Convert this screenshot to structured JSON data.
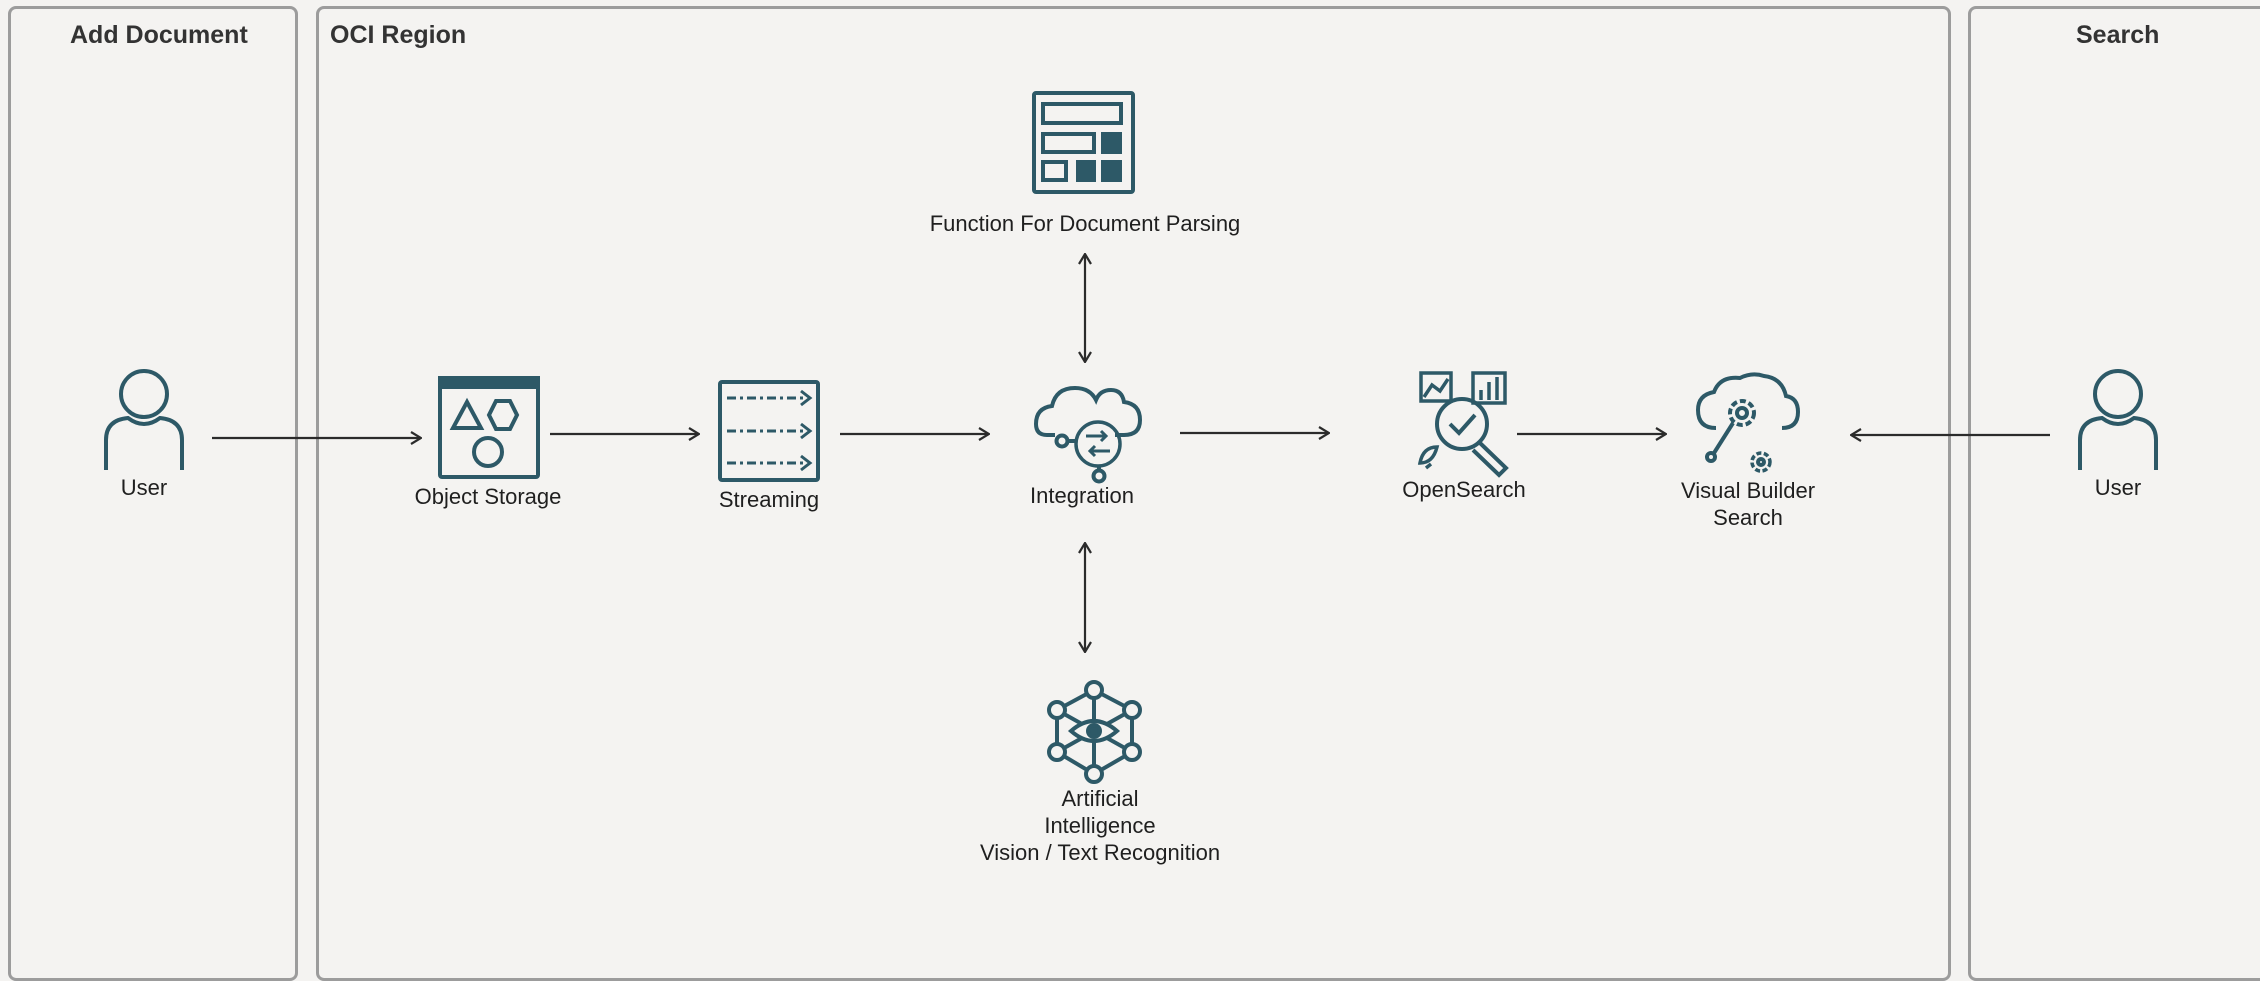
{
  "panels": {
    "add_document": {
      "title": "Add Document"
    },
    "oci_region": {
      "title": "OCI Region"
    },
    "search": {
      "title": "Search"
    }
  },
  "nodes": {
    "user_left": {
      "label": "User",
      "icon": "user-icon"
    },
    "object_storage": {
      "label": "Object Storage",
      "icon": "object-storage-icon"
    },
    "streaming": {
      "label": "Streaming",
      "icon": "streaming-icon"
    },
    "integration": {
      "label": "Integration",
      "icon": "integration-icon"
    },
    "function_parsing": {
      "label": "Function For Document Parsing",
      "icon": "function-icon"
    },
    "ai_vision": {
      "label_lines": [
        "Artificial",
        "Intelligence",
        "Vision / Text Recognition"
      ],
      "icon": "ai-vision-icon"
    },
    "opensearch": {
      "label": "OpenSearch",
      "icon": "opensearch-icon"
    },
    "visual_builder": {
      "label_lines": [
        "Visual Builder",
        "Search"
      ],
      "icon": "visual-builder-icon"
    },
    "user_right": {
      "label": "User",
      "icon": "user-icon"
    }
  },
  "colors": {
    "icon": "#2d5967",
    "arrow": "#2b2b2b",
    "border": "#9c9c9c"
  }
}
